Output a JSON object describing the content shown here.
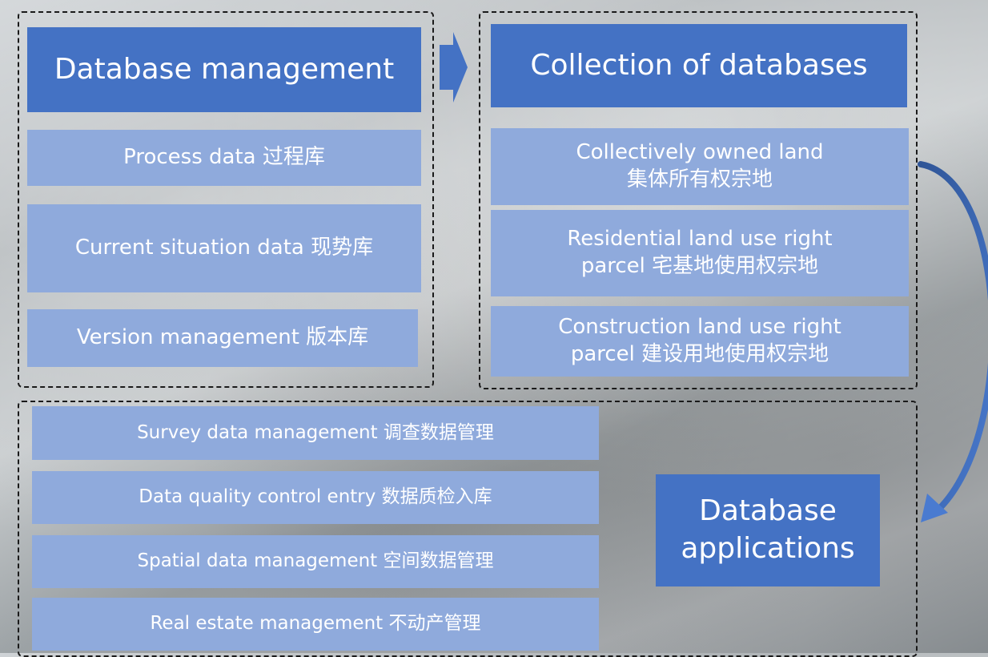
{
  "diagram": {
    "database_management": {
      "title": "Database management",
      "items": [
        "Process data 过程库",
        "Current situation data 现势库",
        "Version management 版本库"
      ]
    },
    "collection": {
      "title": "Collection of databases",
      "items": [
        {
          "line1": "Collectively owned land",
          "line2": "集体所有权宗地"
        },
        {
          "line1": "Residential land use right",
          "line2": "parcel 宅基地使用权宗地"
        },
        {
          "line1": "Construction land use right",
          "line2": "parcel 建设用地使用权宗地"
        }
      ]
    },
    "applications": {
      "title_line1": "Database",
      "title_line2": "applications",
      "items": [
        "Survey data management 调查数据管理",
        "Data quality control entry 数据质检入库",
        "Spatial data management 空间数据管理",
        "Real estate management 不动产管理"
      ]
    },
    "colors": {
      "dark_box": "#4472c4",
      "light_box": "#8faadc",
      "arrow": "#3b6bc0"
    }
  }
}
